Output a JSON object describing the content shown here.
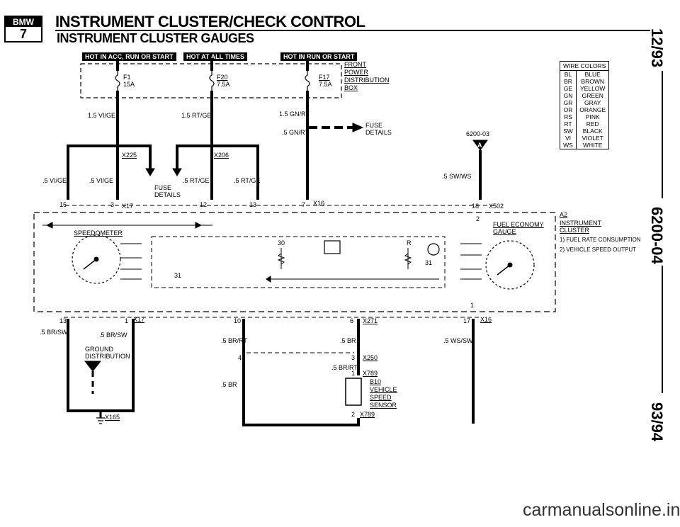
{
  "header": {
    "logo_top": "BMW",
    "logo_num": "7",
    "title": "INSTRUMENT CLUSTER/CHECK CONTROL",
    "subtitle": "INSTRUMENT CLUSTER GAUGES"
  },
  "side_labels": {
    "date": "12/93",
    "code": "6200-04",
    "years": "93/94"
  },
  "hot_labels": [
    "HOT IN ACC, RUN OR START",
    "HOT AT ALL TIMES",
    "HOT IN RUN OR START"
  ],
  "fuses": [
    {
      "name": "F1",
      "rating": "15A"
    },
    {
      "name": "F20",
      "rating": "7.5A"
    },
    {
      "name": "F17",
      "rating": "7.5A"
    }
  ],
  "front_power": [
    "FRONT",
    "POWER",
    "DISTRIBUTION",
    "BOX"
  ],
  "wires": {
    "w1": "1.5 VI/GE",
    "w2": "1.5 RT/GE",
    "w3": "1.5 GN/RT",
    "w4": ".5 GN/RT",
    "w5": ".5 VI/GE",
    "w6": ".5 VI/GE",
    "w7": ".5 RT/GE",
    "w8": ".5 RT/GE",
    "w9": ".5 SW/WS",
    "w10": ".5 BR/SW",
    "w11": ".5 BR/SW",
    "w12": ".5 BR/RT",
    "w13": ".5 BR",
    "w14": ".5 BR/RT",
    "w15": ".5 BR",
    "w16": ".5 WS/SW"
  },
  "fuse_details": [
    "FUSE",
    "DETAILS"
  ],
  "connectors": {
    "x225": "X225",
    "x206": "X206",
    "x17a": "X17",
    "x16a": "X16",
    "x502": "X502",
    "x17b": "X17",
    "x271": "X271",
    "x16b": "X16",
    "x250": "X250",
    "x789a": "X789",
    "x789b": "X789",
    "x165": "X165"
  },
  "pins": {
    "p15": "15",
    "p3": "3",
    "p12": "12",
    "p13": "13",
    "p7": "7",
    "p18": "18",
    "p2": "2",
    "p13b": "13",
    "p1": "1",
    "p10": "10",
    "p6": "6",
    "p17": "17",
    "p1b": "1",
    "p4": "4",
    "p3b": "3",
    "p1c": "1",
    "p2b": "2",
    "p30": "30",
    "p31a": "31",
    "p31b": "31",
    "pR": "R"
  },
  "ref": "6200-03",
  "ref_letter": "A",
  "speedometer": "SPEEDOMETER",
  "fuel_economy": [
    "FUEL ECONOMY",
    "GAUGE"
  ],
  "a2": [
    "A2",
    "INSTRUMENT",
    "CLUSTER",
    "1) FUEL RATE CONSUMPTION",
    "2) VEHICLE SPEED OUTPUT"
  ],
  "ground_dist": [
    "GROUND",
    "DISTRIBUTION"
  ],
  "b10": [
    "B10",
    "VEHICLE",
    "SPEED",
    "SENSOR"
  ],
  "wire_colors": {
    "title": "WIRE COLORS",
    "rows": [
      [
        "BL",
        "BLUE"
      ],
      [
        "BR",
        "BROWN"
      ],
      [
        "GE",
        "YELLOW"
      ],
      [
        "GN",
        "GREEN"
      ],
      [
        "GR",
        "GRAY"
      ],
      [
        "OR",
        "ORANGE"
      ],
      [
        "RS",
        "PINK"
      ],
      [
        "RT",
        "RED"
      ],
      [
        "SW",
        "BLACK"
      ],
      [
        "VI",
        "VIOLET"
      ],
      [
        "WS",
        "WHITE"
      ]
    ]
  },
  "watermark": "carmanualsonline.info"
}
